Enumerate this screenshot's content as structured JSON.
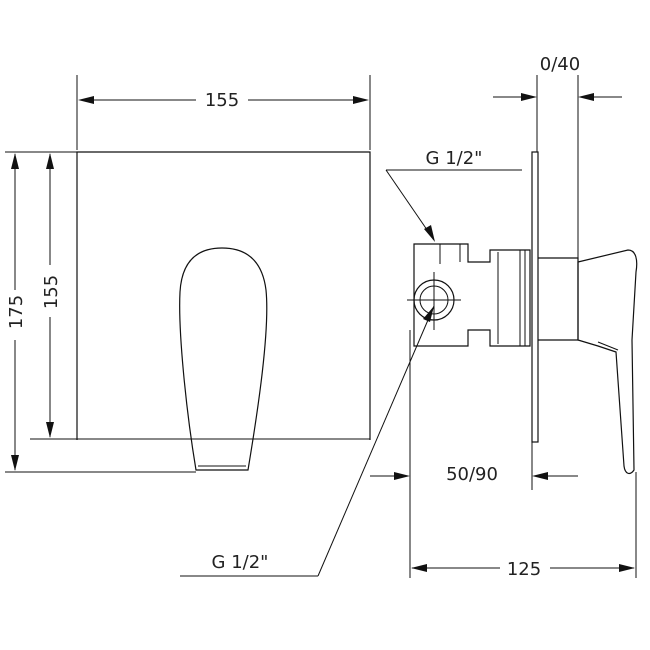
{
  "dimensions": {
    "front_width": "155",
    "front_height_outer": "175",
    "front_height_inner": "155",
    "wall_adjust": "0/40",
    "thread_top": "G 1/2\"",
    "thread_bottom": "G 1/2\"",
    "embed_depth": "50/90",
    "total_depth": "125"
  }
}
